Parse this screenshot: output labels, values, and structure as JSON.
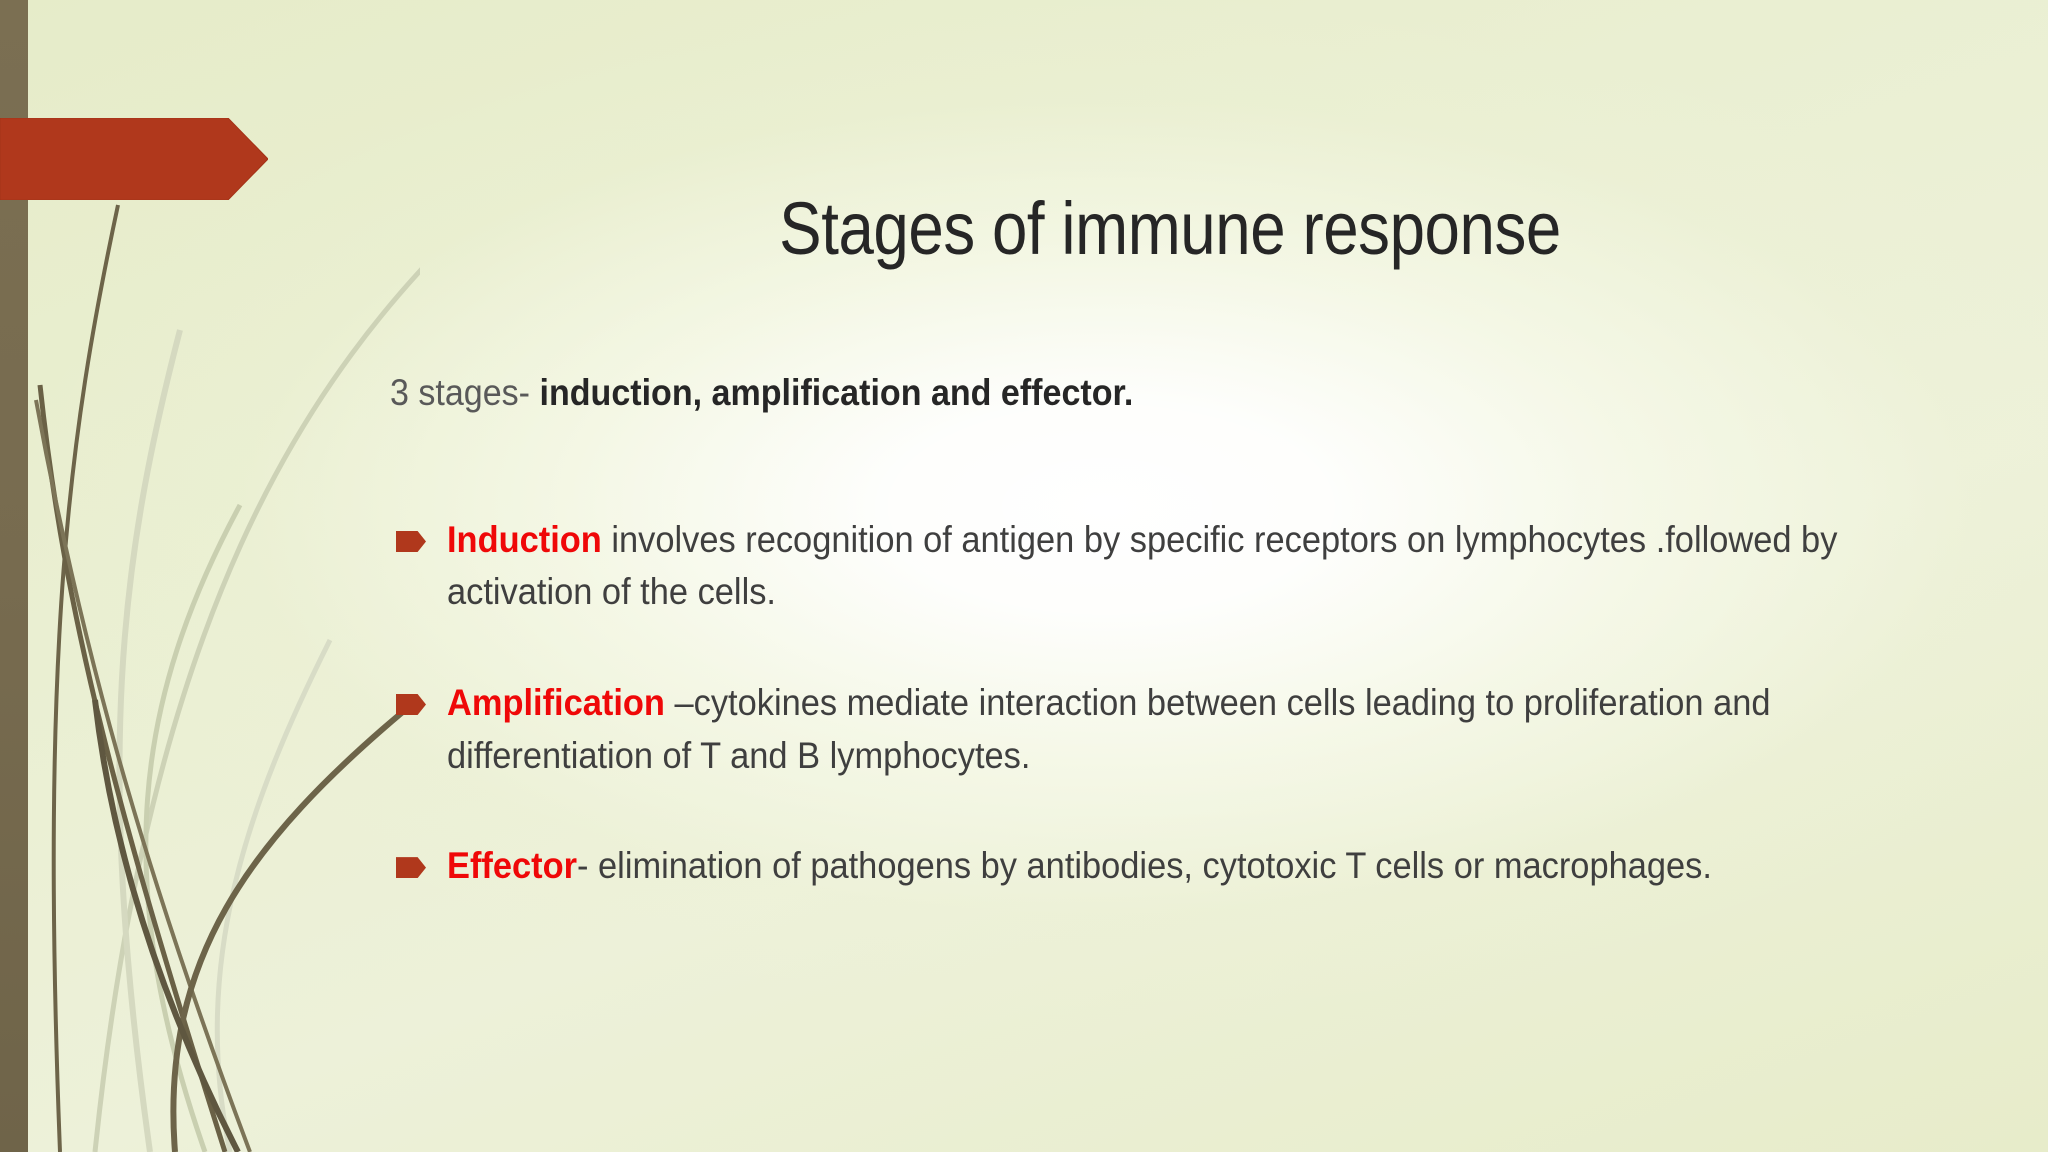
{
  "slide": {
    "title": "Stages of immune response",
    "lead": {
      "prefix": "3 stages- ",
      "emphasis": "induction, amplification and  effector."
    },
    "bullets": [
      {
        "keyword": "Induction",
        "rest": " involves recognition of antigen by specific receptors on lymphocytes .followed by activation of the cells."
      },
      {
        "keyword": "Amplification",
        "rest": " –cytokines mediate interaction between cells leading to proliferation and differentiation of T and B lymphocytes."
      },
      {
        "keyword": "Effector",
        "rest": "- elimination of pathogens by antibodies, cytotoxic T cells or macrophages."
      }
    ],
    "decorations": {
      "banner_name": "red-chevron-banner",
      "sidebar_name": "olive-side-bar",
      "grass_name": "grass-stems-decoration"
    },
    "colors": {
      "background_light": "#edf1d9",
      "background_green": "#e6ecc9",
      "sidebar_olive": "#776b4f",
      "banner_red": "#b0381c",
      "keyword_red": "#ef0808",
      "title_text": "#262626",
      "body_text": "#3f3f3f",
      "lead_muted": "#595959"
    }
  }
}
